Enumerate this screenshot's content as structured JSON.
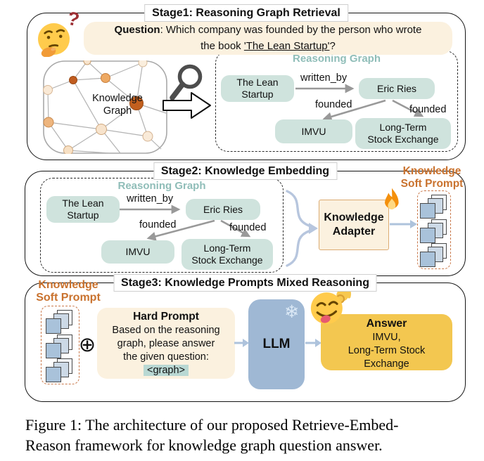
{
  "stage1": {
    "title": "Stage1: Reasoning Graph Retrieval",
    "thinking_question_mark": "?",
    "question": {
      "label": "Question",
      "rest": ": Which company was founded by the person who wrote",
      "line2_pre": "the book ",
      "line2_underlined": "'The Lean Startup'",
      "line2_post": "?"
    },
    "knowledge_graph": {
      "line1": "Knowledge",
      "line2": "Graph"
    },
    "reasoning_graph": {
      "title": "Reasoning Graph",
      "nodes": {
        "lean": "The Lean Startup",
        "eric": "Eric Ries",
        "imvu": "IMVU",
        "ltse": "Long-Term Stock Exchange"
      },
      "edges": {
        "written_by": "written_by",
        "founded_left": "founded",
        "founded_right": "founded"
      }
    }
  },
  "stage2": {
    "title": "Stage2: Knowledge Embedding",
    "reasoning_graph": {
      "title": "Reasoning Graph",
      "nodes": {
        "lean": "The Lean Startup",
        "eric": "Eric Ries",
        "imvu": "IMVU",
        "ltse": "Long-Term Stock Exchange"
      },
      "edges": {
        "written_by": "written_by",
        "founded_left": "founded",
        "founded_right": "founded"
      }
    },
    "adapter": {
      "line1": "Knowledge",
      "line2": "Adapter"
    },
    "soft_prompt": {
      "line1": "Knowledge",
      "line2": "Soft Prompt"
    }
  },
  "stage3": {
    "title": "Stage3: Knowledge Prompts Mixed Reasoning",
    "soft_prompt": {
      "line1": "Knowledge",
      "line2": "Soft Prompt"
    },
    "oplus_symbol": "⊕",
    "hard_prompt": {
      "title": "Hard Prompt",
      "line1": "Based on the reasoning",
      "line2": "graph, please answer",
      "line3": "the given question:",
      "graph_token": "<graph>"
    },
    "llm_label": "LLM",
    "snowflake_symbol": "❄",
    "answer": {
      "title": "Answer",
      "line1": "IMVU,",
      "line2": "Long-Term Stock",
      "line3": "Exchange"
    }
  },
  "caption": {
    "line1": "Figure 1: The architecture of our proposed Retrieve-Embed-",
    "line2": "Reason framework for knowledge graph question answer."
  },
  "colors": {
    "node_teal": "#cfe3dd",
    "reasoning_graph_title": "#8fbdb8",
    "orange_label": "#c9722e",
    "orange_dashed": "#c9784a",
    "cream": "#fbf1df",
    "llm_blue": "#9fb8d4",
    "answer_gold": "#f3c750",
    "adapter_border": "#dcab72",
    "soft_prompt_square": "#a9c2da"
  },
  "icons": {
    "thinking_emoji": "thinking-face-emoji",
    "magnifier": "magnifying-glass",
    "block_arrow": "right-block-arrow",
    "fire": "flame",
    "snowflake": "snowflake",
    "yum_emoji": "savoring-face-with-ok-hand-emoji"
  }
}
